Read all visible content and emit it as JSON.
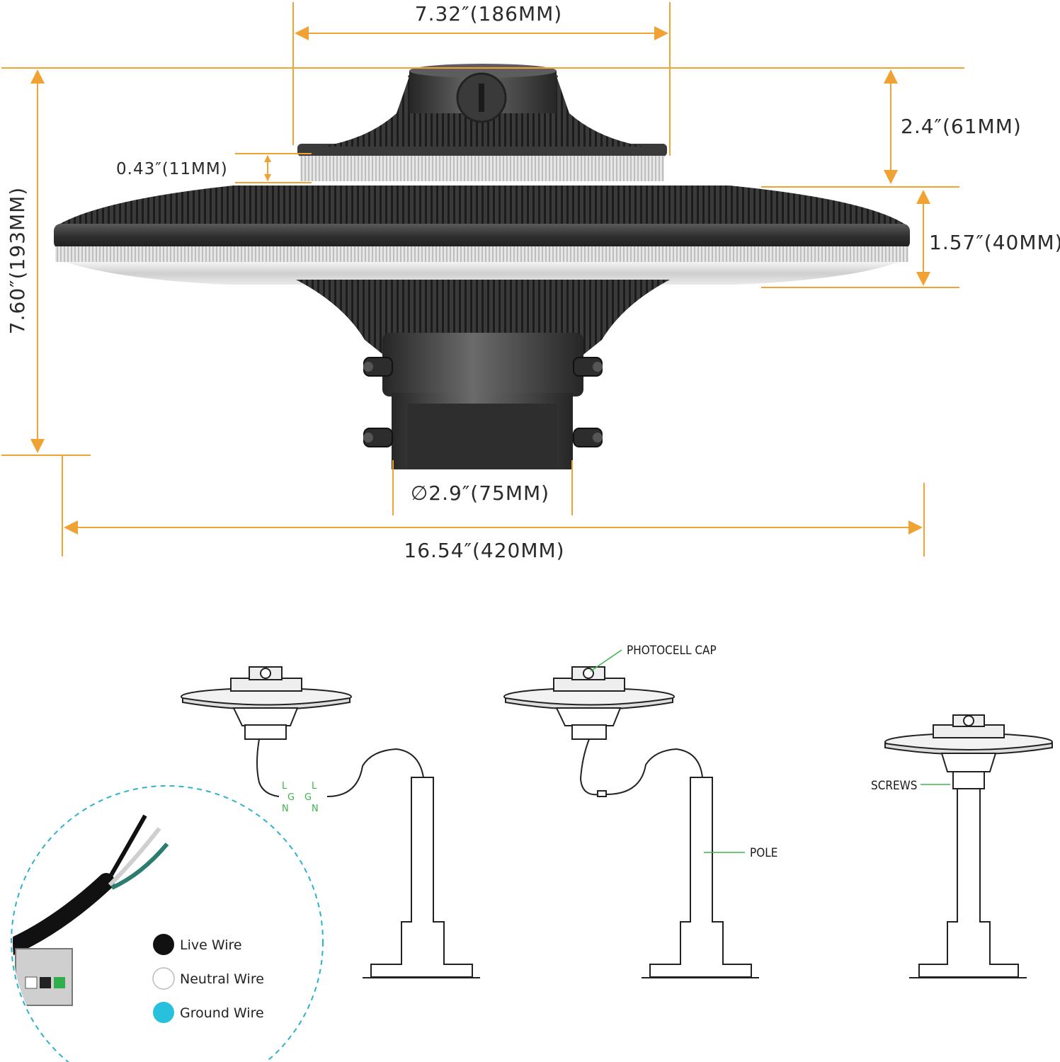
{
  "colors": {
    "dimension_line": "#f0a232",
    "fixture_dark": "#3c3c3c",
    "callout_green": "#3ab54a",
    "dashed_circle": "#2bb3c9",
    "ground_wire": "#27c1de"
  },
  "dimensions": {
    "top_width": "7.32″(186MM)",
    "top_height": "2.4″(61MM)",
    "ring_height": "0.43″(11MM)",
    "body_height": "1.57″(40MM)",
    "total_height": "7.60″(193MM)",
    "slip_fitter_diameter": "∅2.9″(75MM)",
    "total_width": "16.54″(420MM)"
  },
  "callouts": {
    "photocell_cap": "PHOTOCELL CAP",
    "pole": "POLE",
    "screws": "SCREWS"
  },
  "connector_letters": {
    "left": [
      "L",
      "G",
      "N"
    ],
    "right": [
      "L",
      "G",
      "N"
    ]
  },
  "legend": [
    {
      "label": "Live Wire",
      "color": "#111111"
    },
    {
      "label": "Neutral Wire",
      "color": "#ffffff"
    },
    {
      "label": "Ground Wire",
      "color": "#27c1de"
    }
  ]
}
